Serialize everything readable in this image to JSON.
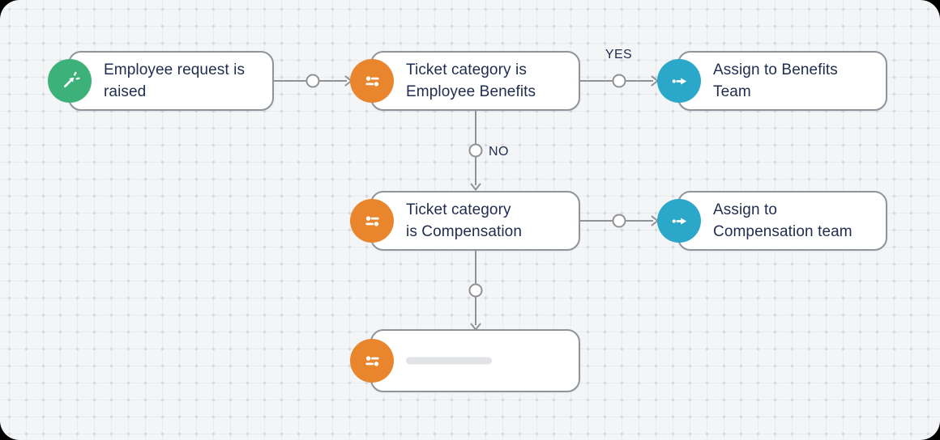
{
  "workflow": {
    "nodes": [
      {
        "id": "trigger-employee-request",
        "type": "trigger",
        "icon": "cursor-click-icon",
        "accent": "#3cb179",
        "label": "Employee request is\nraised"
      },
      {
        "id": "condition-employee-benefits",
        "type": "condition",
        "icon": "sliders-icon",
        "accent": "#e8852d",
        "label": "Ticket category is\nEmployee Benefits"
      },
      {
        "id": "action-assign-benefits-team",
        "type": "action",
        "icon": "assign-arrow-icon",
        "accent": "#2ba7c9",
        "label": "Assign to Benefits\nTeam"
      },
      {
        "id": "condition-compensation",
        "type": "condition",
        "icon": "sliders-icon",
        "accent": "#e8852d",
        "label": "Ticket category\nis Compensation"
      },
      {
        "id": "action-assign-compensation-team",
        "type": "action",
        "icon": "assign-arrow-icon",
        "accent": "#2ba7c9",
        "label": "Assign to\nCompensation team"
      },
      {
        "id": "condition-empty-placeholder",
        "type": "condition",
        "icon": "sliders-icon",
        "accent": "#e8852d",
        "label": "",
        "placeholder": true
      }
    ],
    "connectors": [
      {
        "id": "trigger-to-benefits-condition",
        "label": ""
      },
      {
        "id": "benefits-condition-yes-branch",
        "label": "YES"
      },
      {
        "id": "benefits-condition-no-branch",
        "label": "NO"
      },
      {
        "id": "compensation-condition-to-action",
        "label": ""
      },
      {
        "id": "compensation-condition-to-next-step",
        "label": ""
      }
    ]
  },
  "colors": {
    "canvas_background": "#f4f5f7",
    "outer_background": "#000000",
    "card_background": "#ffffff",
    "card_border": "#8f949b",
    "connector_gray": "#909296",
    "text_navy": "#1f2c4f",
    "trigger_green": "#3cb179",
    "condition_orange": "#e8852d",
    "action_blue": "#2ba7c9",
    "placeholder_gray": "#e2e3e6"
  }
}
